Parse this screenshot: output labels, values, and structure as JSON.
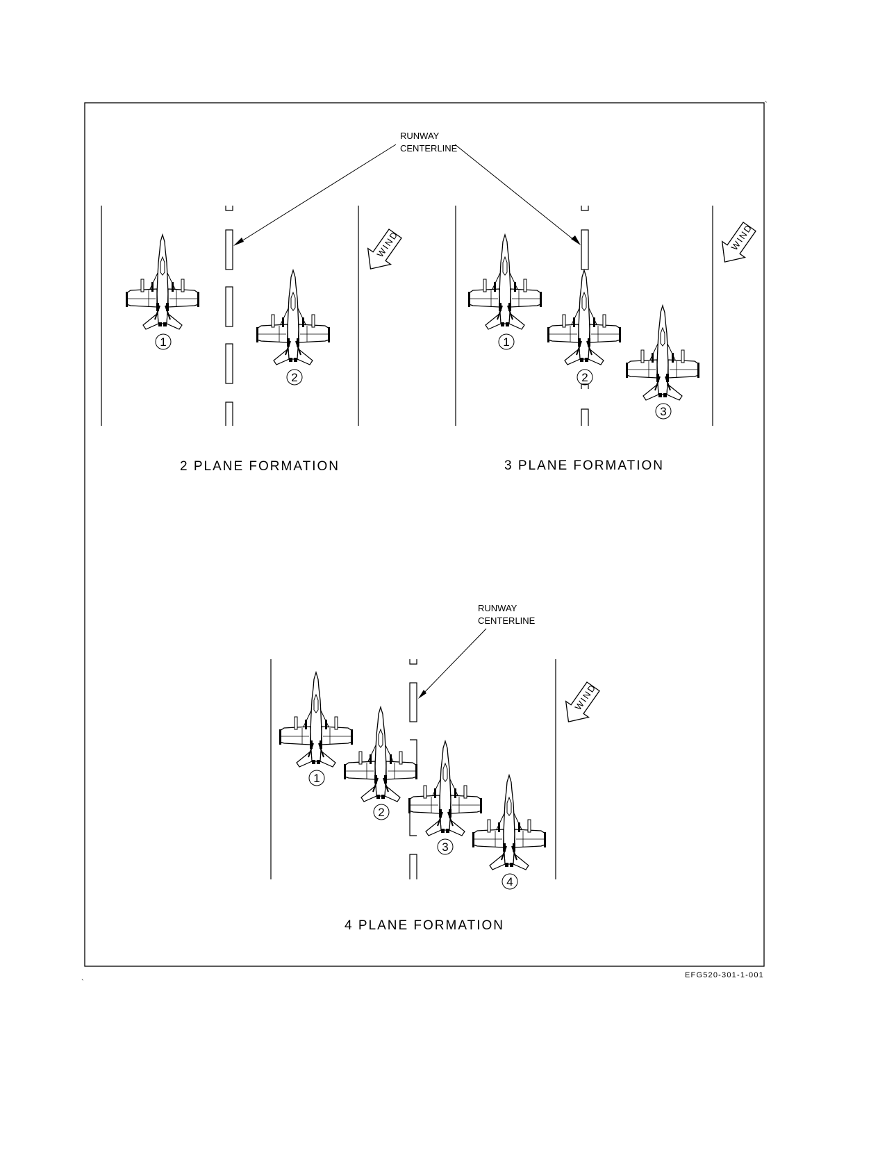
{
  "callout_label": {
    "line1": "RUNWAY",
    "line2": "CENTERLINE"
  },
  "wind_label": "WIND",
  "panels": [
    {
      "id": "two-plane",
      "title": "2 PLANE FORMATION",
      "plane_numbers": [
        "1",
        "2"
      ]
    },
    {
      "id": "three-plane",
      "title": "3 PLANE FORMATION",
      "plane_numbers": [
        "1",
        "2",
        "3"
      ]
    },
    {
      "id": "four-plane",
      "title": "4 PLANE FORMATION",
      "plane_numbers": [
        "1",
        "2",
        "3",
        "4"
      ]
    }
  ],
  "figure_id": "EFG520-301-1-001"
}
